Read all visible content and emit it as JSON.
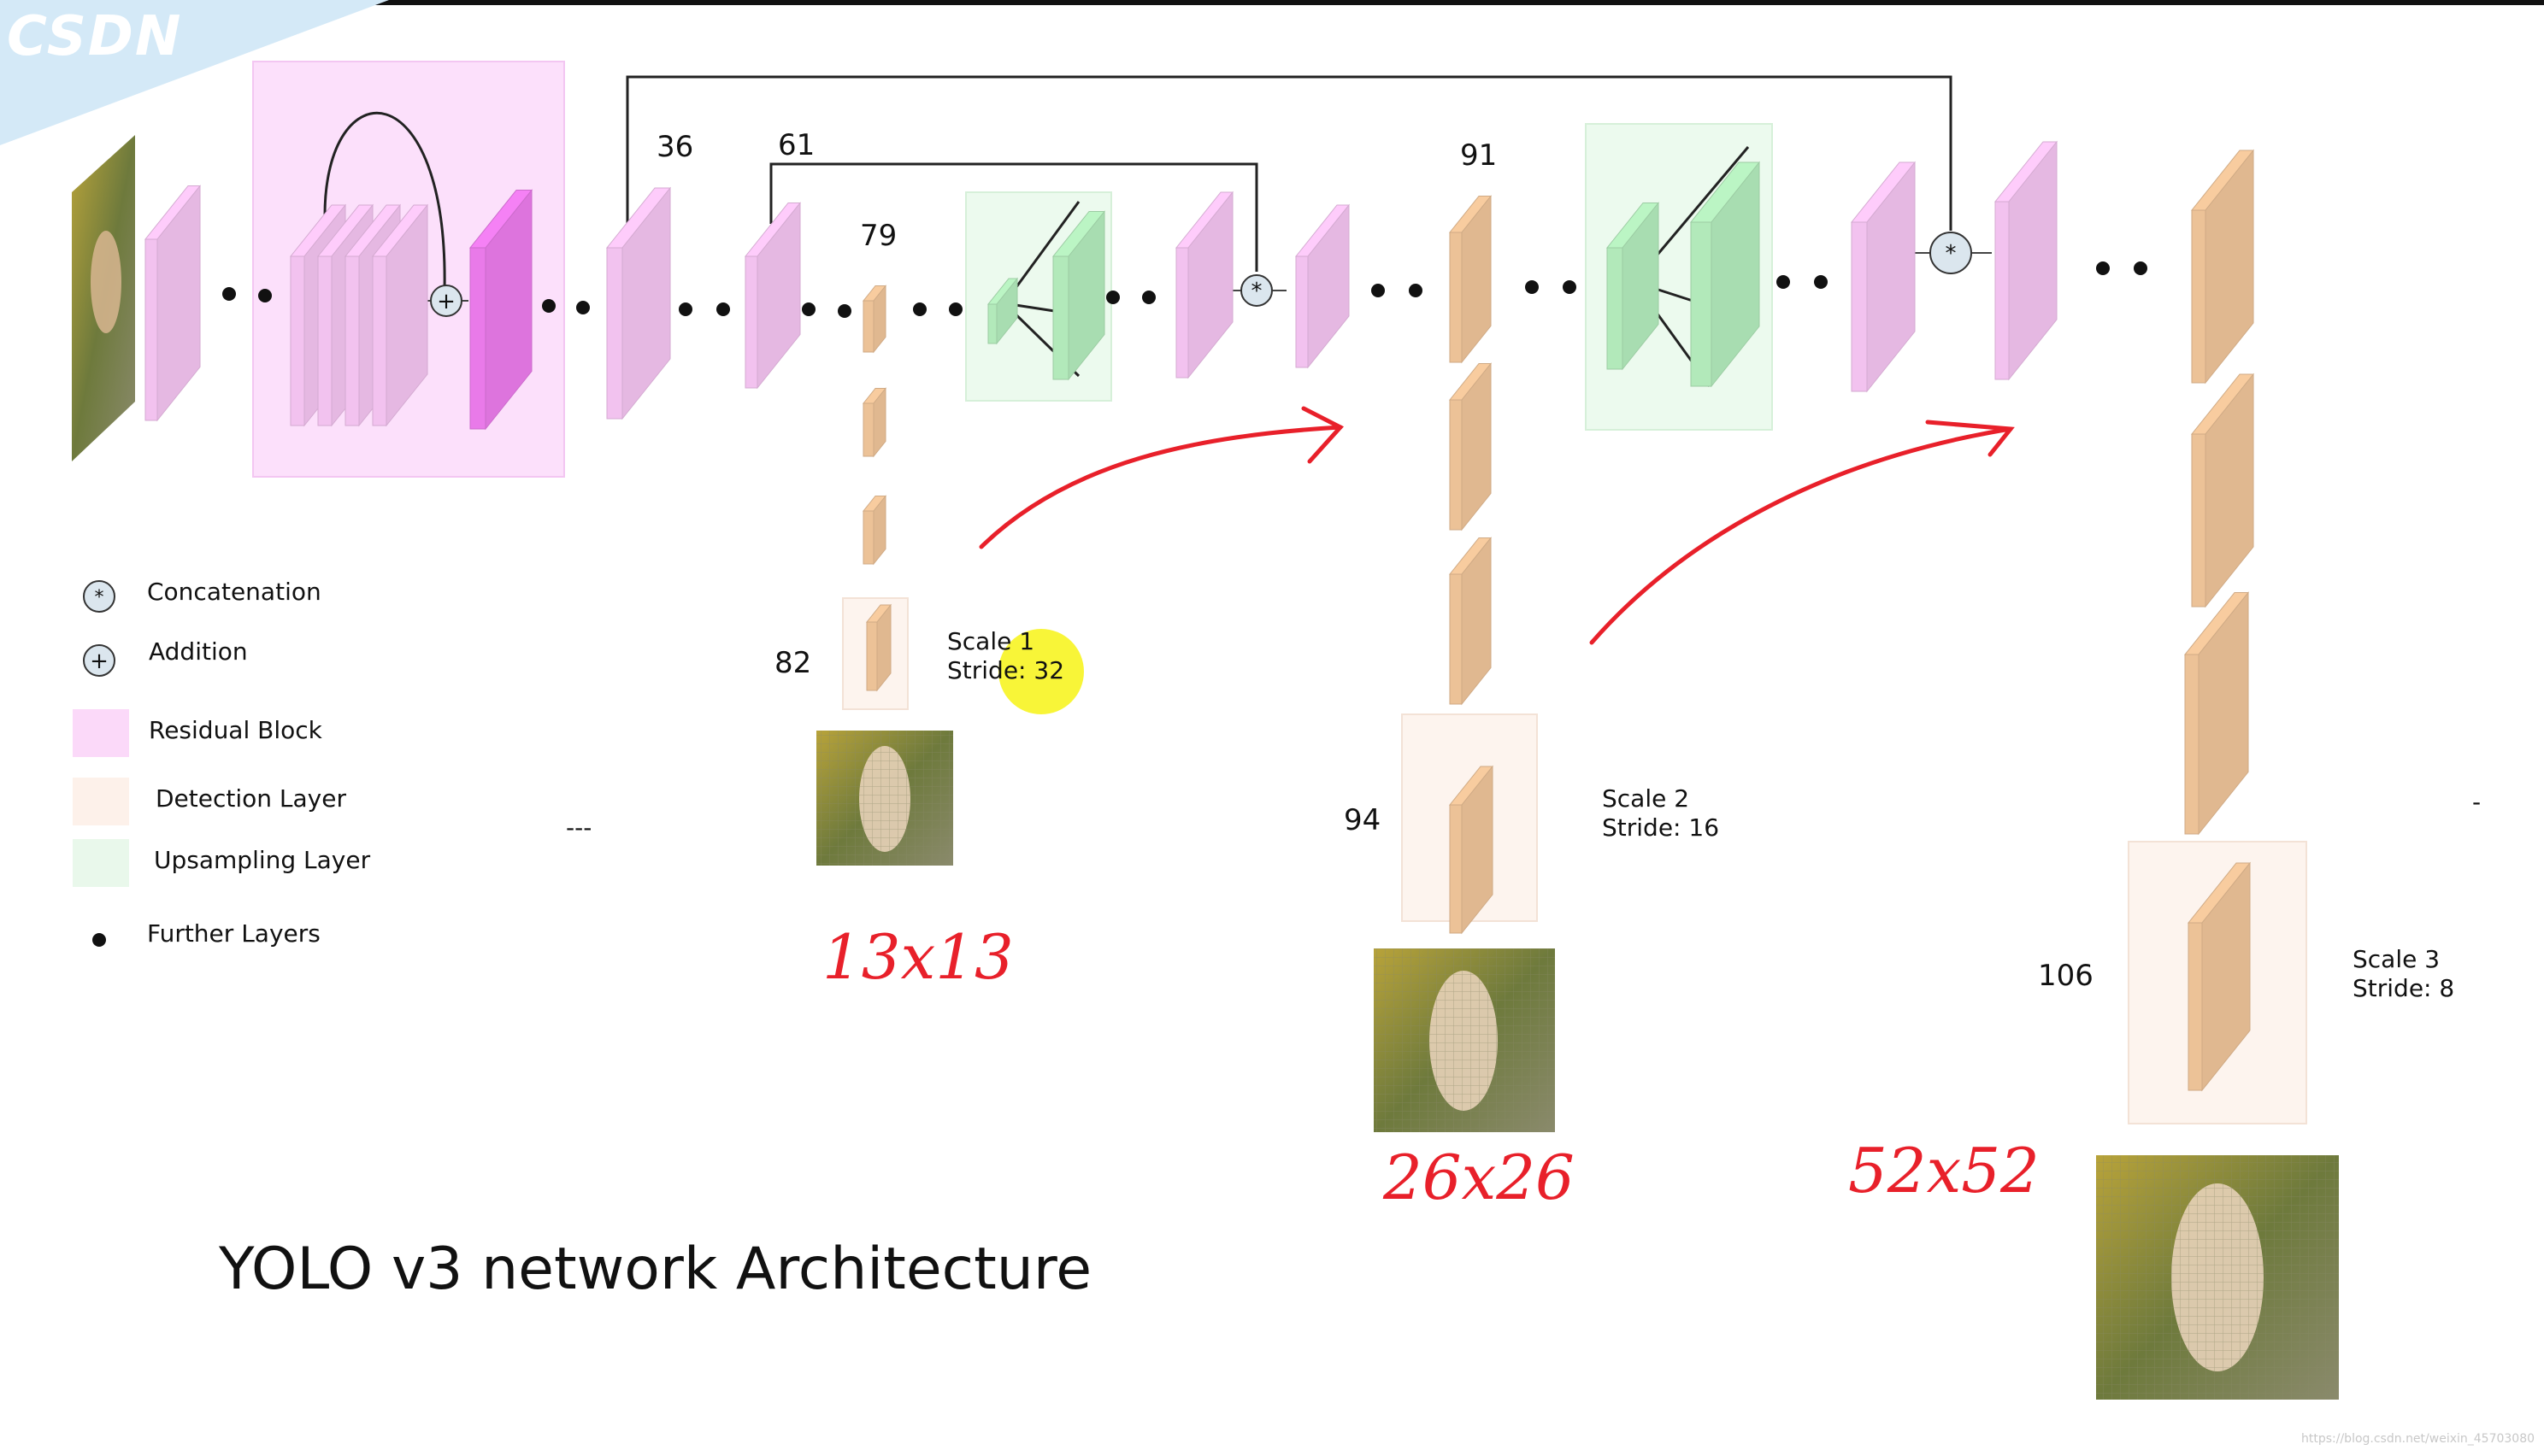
{
  "logo": {
    "text": "CSDN"
  },
  "title": "YOLO v3 network Architecture",
  "layer_numbers": [
    "36",
    "61",
    "79",
    "82",
    "91",
    "94",
    "106"
  ],
  "legend": [
    {
      "label": "Concatenation",
      "icon": "concat-icon"
    },
    {
      "label": "Addition",
      "icon": "addition-icon"
    },
    {
      "label": "Residual Block",
      "color": "#f9c8f6"
    },
    {
      "label": "Detection Layer",
      "color": "#fdf1ea"
    },
    {
      "label": "Upsampling Layer",
      "color": "#ddf7e1"
    },
    {
      "label": "Further Layers",
      "icon": "dot-icon"
    }
  ],
  "scales": [
    {
      "line1": "Scale 1",
      "line2": "Stride: 32"
    },
    {
      "line1": "Scale 2",
      "line2": "Stride: 16"
    },
    {
      "line1": "Scale 3",
      "line2": "Stride: 8"
    }
  ],
  "handwritten": [
    "13x13",
    "26x26",
    "52x52"
  ],
  "dashes": "---",
  "right_dash": "-",
  "watermark": "https://blog.csdn.net/weixin_45703080",
  "colors": {
    "residual": "#f9c8f6",
    "residual_strong": "#f07ef0",
    "detection": "#f3c89c",
    "upsample": "#b7f0c0",
    "annotation": "#e8202a",
    "highlight": "#f6f200"
  }
}
